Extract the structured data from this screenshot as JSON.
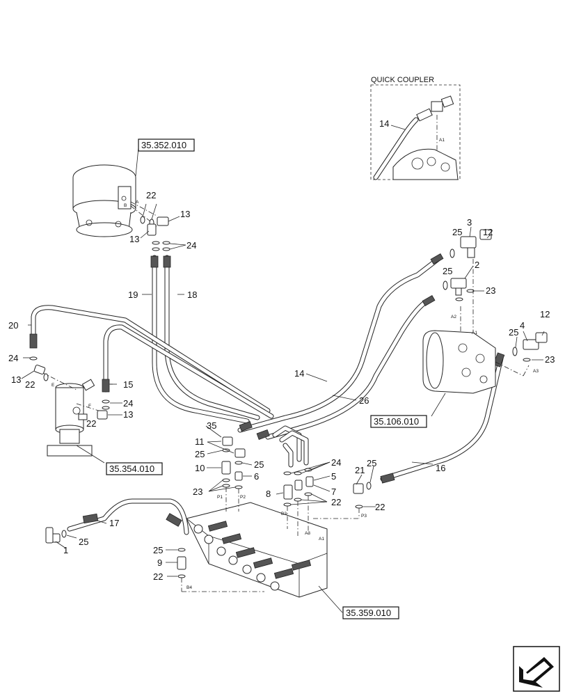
{
  "references": [
    {
      "id": "ref-352",
      "label": "35.352.010"
    },
    {
      "id": "ref-354",
      "label": "35.354.010"
    },
    {
      "id": "ref-106",
      "label": "35.106.010"
    },
    {
      "id": "ref-359",
      "label": "35.359.010"
    }
  ],
  "inset": {
    "title": "QUICK COUPLER",
    "callout": "14",
    "port": "A1"
  },
  "callouts": [
    "22",
    "13",
    "13",
    "24",
    "19",
    "18",
    "12",
    "25",
    "3",
    "2",
    "25",
    "23",
    "20",
    "24",
    "13",
    "22",
    "15",
    "24",
    "13",
    "22",
    "14",
    "26",
    "12",
    "4",
    "25",
    "23",
    "35",
    "11",
    "25",
    "10",
    "25",
    "6",
    "23",
    "24",
    "5",
    "8",
    "7",
    "22",
    "21",
    "25",
    "16",
    "22",
    "17",
    "25",
    "1",
    "25",
    "9",
    "22"
  ],
  "ports": [
    "A",
    "B",
    "E",
    "F",
    "P1",
    "P2",
    "B3",
    "A3",
    "A1",
    "P3",
    "B4",
    "A2",
    "A1",
    "A3"
  ],
  "icons": {
    "navigation": "page-arrow-icon"
  }
}
